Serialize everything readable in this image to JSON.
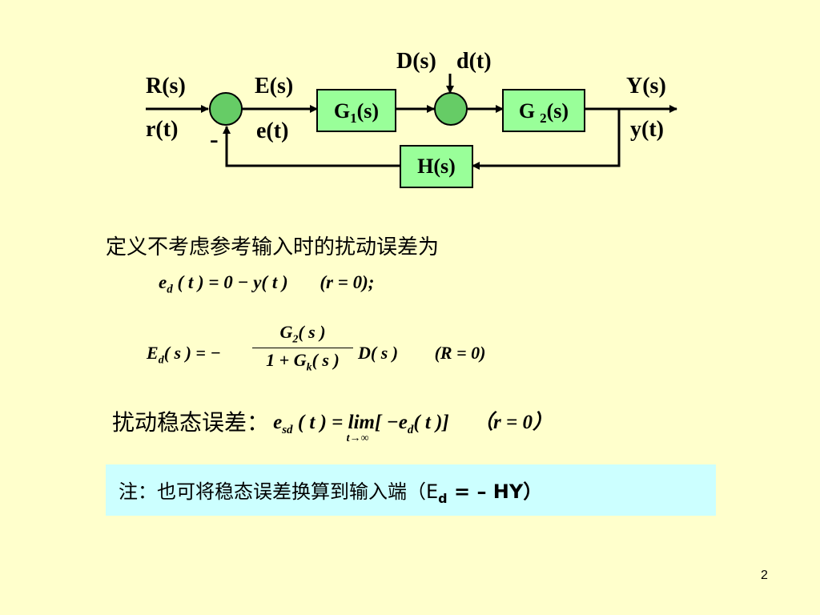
{
  "diagram": {
    "R_label": "R(s)",
    "r_label": "r(t)",
    "E_label": "E(s)",
    "e_label": "e(t)",
    "minus_sign": "-",
    "G1_main": "G",
    "G1_sub": "1",
    "G1_arg": "(s)",
    "D_label": "D(s)",
    "d_label": "d(t)",
    "G2_main": "G",
    "G2_sub": "2",
    "G2_arg": "(s)",
    "Y_label": "Y(s)",
    "y_label": "y(t)",
    "H_label": "H(s)",
    "block_fill": "#99FF99",
    "summer_fill": "#66CC66"
  },
  "text": {
    "definition": "定义不考虑参考输入时的扰动误差为",
    "eq1_lhs": "e",
    "eq1_sub": "d",
    "eq1_rest": "( t ) = 0 − y( t )",
    "eq1_cond": "(r = 0);",
    "eq2_lhs": "E",
    "eq2_sub": "d",
    "eq2_mid": "( s ) = −",
    "eq2_num": "G",
    "eq2_num_sub": "2",
    "eq2_num_rest": "( s )",
    "eq2_den": "1 + G",
    "eq2_den_sub": "k",
    "eq2_den_rest": "( s )",
    "eq2_tail": "D( s )",
    "eq2_cond": "(R = 0)",
    "ss_label": "扰动稳态误差：",
    "eq3_lhs": "e",
    "eq3_sub": "sd",
    "eq3_mid": "( t ) =",
    "eq3_lim": "lim",
    "eq3_limsub": "t→∞",
    "eq3_body": "[ −e",
    "eq3_body_sub": "d",
    "eq3_body_rest": "( t )]",
    "eq3_cond": "（r = 0）",
    "note_text": "注：也可将稳态误差换算到输入端（E",
    "note_sub": "d",
    "note_tail": " = – HY）",
    "page_number": "2"
  }
}
